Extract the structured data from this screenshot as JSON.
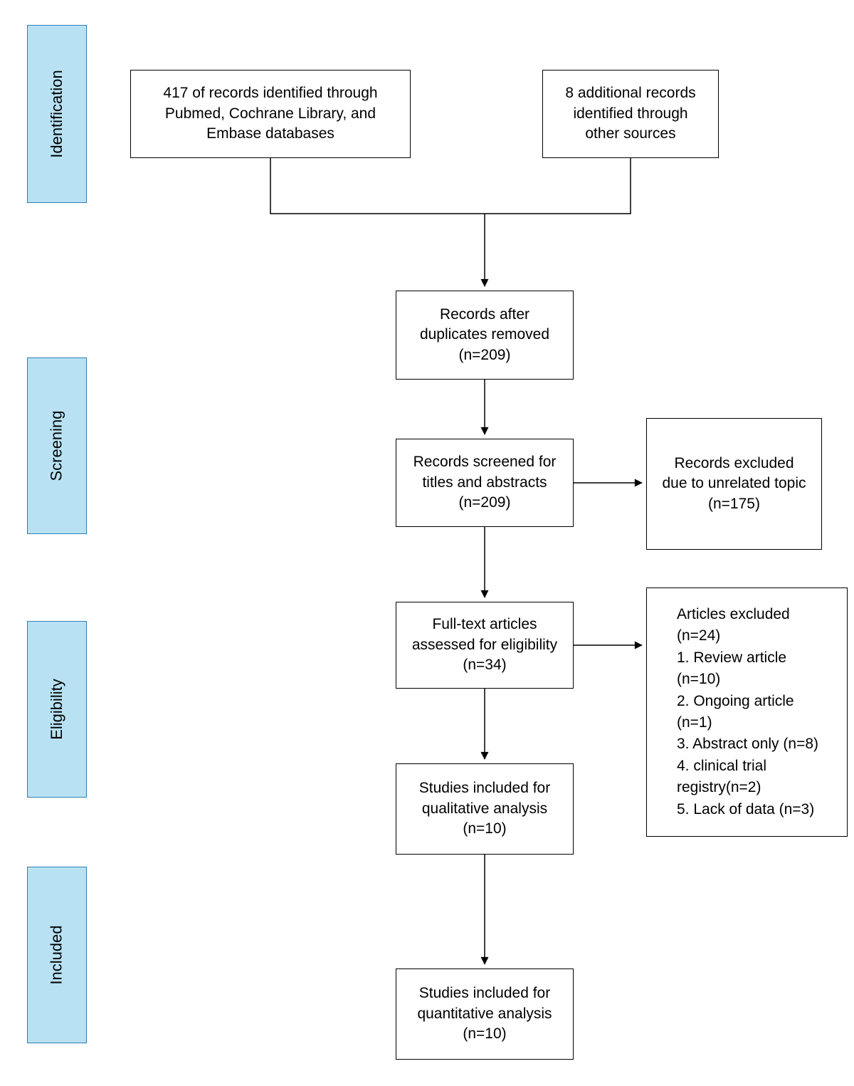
{
  "stages": [
    {
      "id": "identification",
      "label": "Identification"
    },
    {
      "id": "screening",
      "label": "Screening"
    },
    {
      "id": "eligibility",
      "label": "Eligibility"
    },
    {
      "id": "included",
      "label": "Included"
    }
  ],
  "boxes": {
    "identified_databases": "417 of records identified through\nPubmed, Cochrane Library, and\nEmbase databases",
    "additional_records": "8 additional records\nidentified through\nother sources",
    "after_duplicates": "Records after\nduplicates removed\n(n=209)",
    "screened": "Records screened for\ntitles and abstracts\n(n=209)",
    "excluded_unrelated": "Records excluded\ndue to unrelated topic\n(n=175)",
    "fulltext_assessed": "Full-text articles\nassessed for eligibility\n(n=34)",
    "articles_excluded": "Articles excluded\n(n=24)\n1. Review article\n(n=10)\n2. Ongoing article\n(n=1)\n3. Abstract only (n=8)\n4. clinical trial\nregistry(n=2)\n5. Lack of data (n=3)",
    "qualitative": "Studies included for\nqualitative analysis\n(n=10)",
    "quantitative": "Studies included for\nquantitative analysis\n(n=10)"
  },
  "colors": {
    "stage_fill": "#b8e2f4",
    "stage_border": "#2d7fb8",
    "box_border": "#000000",
    "arrow": "#000000"
  }
}
